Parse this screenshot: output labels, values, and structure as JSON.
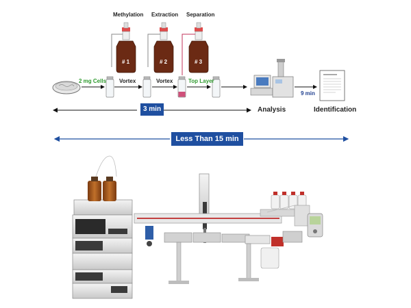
{
  "workflow": {
    "steps_top": [
      "Methylation",
      "Extraction",
      "Separation"
    ],
    "bottles": [
      "# 1",
      "# 2",
      "# 3"
    ],
    "arrow_labels": {
      "cells": "2 mg Cells",
      "vortex1": "Vortex",
      "vortex2": "Vortex",
      "top_layer": "Top Layer",
      "time_gc": "9 min"
    },
    "stations": {
      "analysis": "Analysis",
      "identification": "Identification"
    },
    "span_short": "3 min",
    "span_long": "Less Than 15 min"
  },
  "colors": {
    "green_label": "#2e9a2e",
    "blue_accent": "#1f4fa0",
    "bottle_brown": "#6b2a14"
  }
}
